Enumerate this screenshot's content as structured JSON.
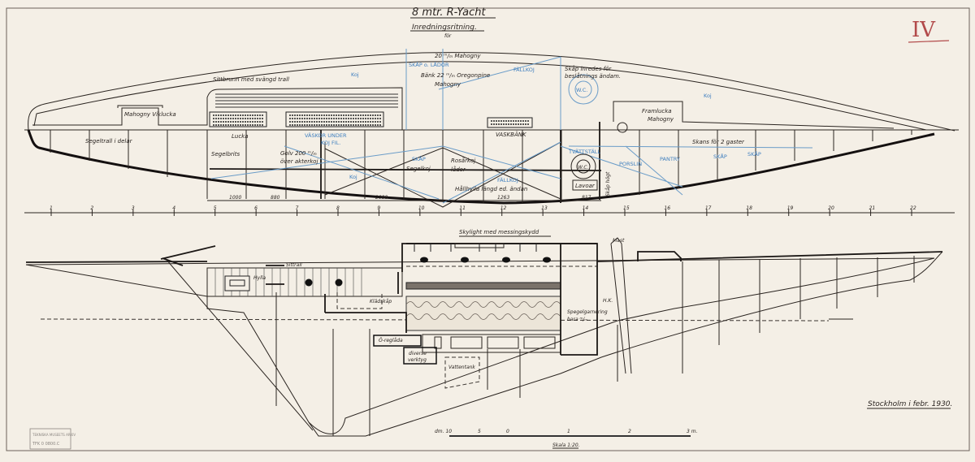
{
  "title": {
    "main": "8 mtr. R-Yacht",
    "subtitle": "Inredningsritning.",
    "for": "för",
    "sheet_number": "IV"
  },
  "plan_view": {
    "labels": {
      "mahogny_20": "20 ᵐ/ₘ Mahogny",
      "skap_lada": "SKÅP o. LÅDOR",
      "bank": "Bänk 22 ᵐ/ₘ Oregonpine",
      "fallkoj_top": "FÄLLKOJ",
      "mahogny_mid": "Mahogny",
      "skap_inredes": "Skåp inredes för",
      "skap_inredes2": "beslåtnings ändam.",
      "wc_top": "W.C.",
      "koj_top_left": "Koj",
      "koj_top_right": "Koj",
      "sittbrunn": "Sittbrunn med svängd trall",
      "vikluckа": "Mahogny Vikluckа",
      "lucka": "Lucka",
      "vaskor": "VÄSKOR UNDER",
      "vaskor2": "KOJ FIL.",
      "pantry_box": "VASKBÄNK",
      "framlucka": "Framlucka",
      "framlucka2": "Mahogny",
      "segeltrall": "Segeltrall i delar",
      "segelbrits": "Segelbrits",
      "golv": "Golv 200 ᵐ/ₘ",
      "golv2": "över akterkoj",
      "koj_blue": "Koj",
      "skap_segelkoj": "SKÅP",
      "segelkoj": "Segelkoj",
      "rosarkoj": "Rosårkoj",
      "rosarkoj2": "lådor",
      "fallkoj_low": "FÄLLKOJ",
      "hallhylla": "Hållhylla längd ed. ändan",
      "tvattstall": "TVÄTTSTÄLL",
      "wc_low": "W.C.",
      "lavoar": "Lavoar",
      "skap_hogt": "Skåp högt",
      "porslin": "PORSLIN",
      "pantry": "PANTRY",
      "skap1": "SKÅP",
      "skap2": "SKÅP",
      "skans": "Skans för 2 gaster"
    },
    "dimensions": [
      "1000",
      "880",
      "2000",
      "1263",
      "817"
    ],
    "stations": [
      "1",
      "2",
      "3",
      "4",
      "5",
      "6",
      "7",
      "8",
      "9",
      "10",
      "11",
      "12",
      "13",
      "14",
      "15",
      "16",
      "17",
      "18",
      "19",
      "20",
      "21",
      "22"
    ]
  },
  "profile_view": {
    "labels": {
      "skylight": "Skylight med messingskydd",
      "sittrall": "Sittrall",
      "hylla": "Hylla",
      "kladskap": "Klädskåp",
      "oeglada": "Ö-reglåda",
      "diverse": "diverse",
      "diverse2": "verktyg",
      "vattentank": "Vattentank",
      "spegel": "Spegelgarnering",
      "spegel2": "bara ᵐ/ₘ",
      "mast": "Mast",
      "hk": "H.K."
    }
  },
  "scale_bar": {
    "ticks": [
      "dm. 10",
      "5",
      "0",
      "1",
      "2",
      "3 m."
    ],
    "label": "Skala 1:20."
  },
  "signature": "Stockholm i febr. 1930.",
  "stamp": {
    "line1": "TEKNISKA MUSEETS ARKIV",
    "line2": "TFK 0 0800.C"
  },
  "colors": {
    "paper": "#f4efe6",
    "ink": "#2a2420",
    "blue_pencil": "#3f7fbf",
    "red_numeral": "#b24a4a"
  }
}
